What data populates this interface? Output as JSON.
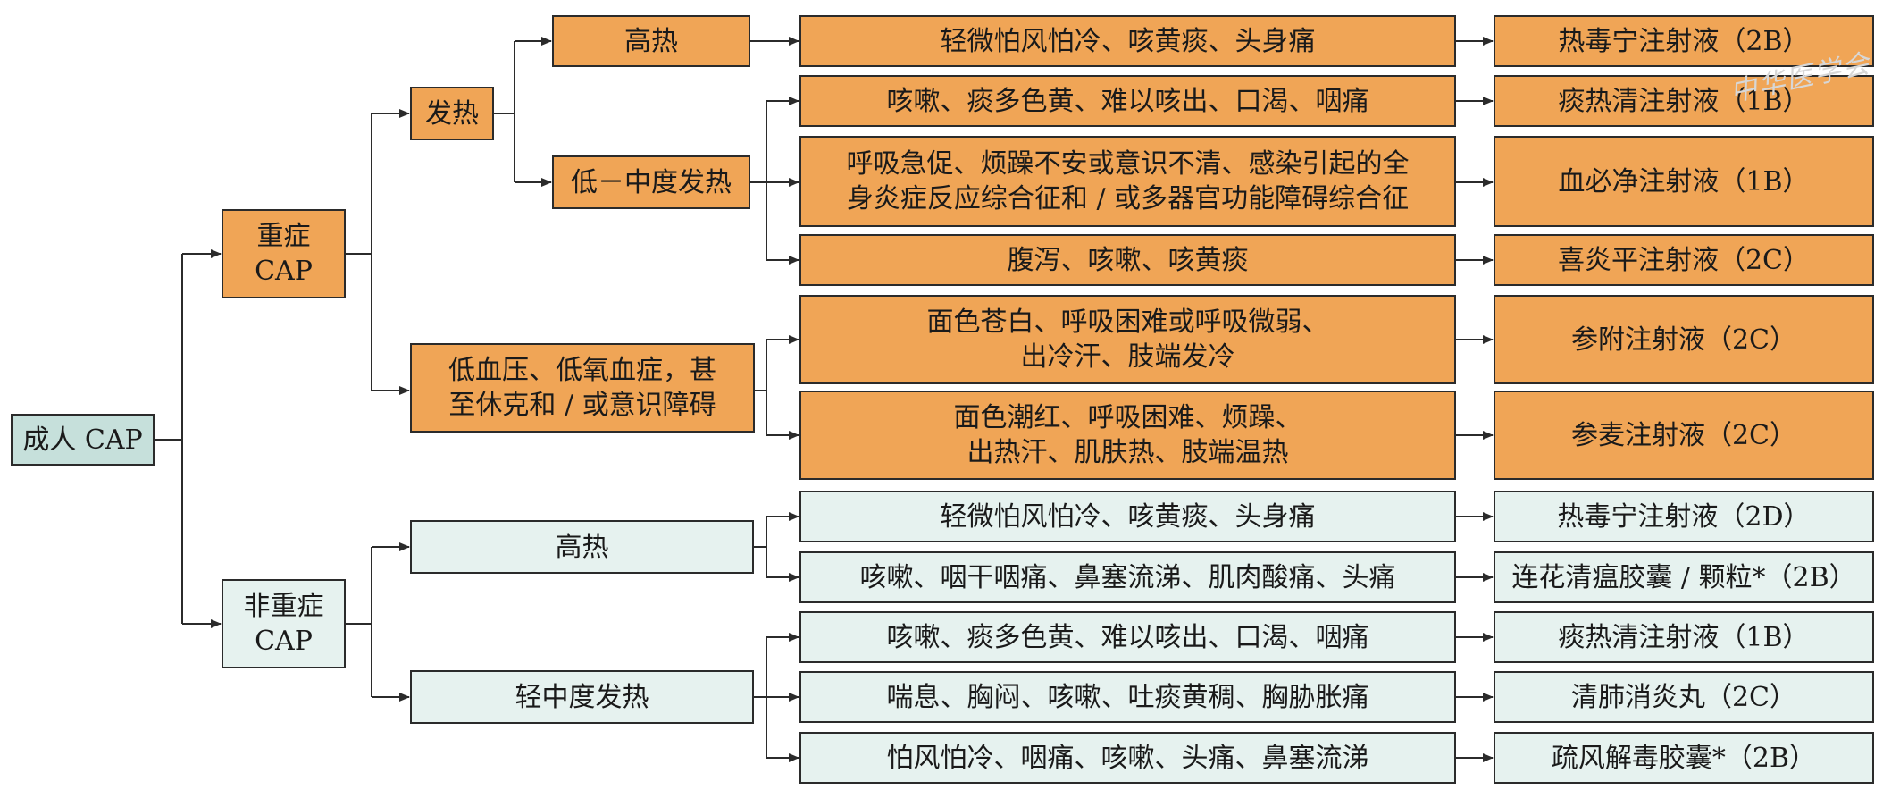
{
  "diagram": {
    "root": "成人 CAP",
    "severe": {
      "label": "重症\nCAP",
      "fever": "发热",
      "high_fever": "高热",
      "low_mid_fever": "低－中度发热",
      "shock": "低血压、低氧血症，甚\n至休克和 / 或意识障碍",
      "symptoms": [
        "轻微怕风怕冷、咳黄痰、头身痛",
        "咳嗽、痰多色黄、难以咳出、口渴、咽痛",
        "呼吸急促、烦躁不安或意识不清、感染引起的全\n身炎症反应综合征和 / 或多器官功能障碍综合征",
        "腹泻、咳嗽、咳黄痰",
        "面色苍白、呼吸困难或呼吸微弱、\n出冷汗、肢端发冷",
        "面色潮红、呼吸困难、烦躁、\n出热汗、肌肤热、肢端温热"
      ],
      "drugs": [
        "热毒宁注射液（2B）",
        "痰热清注射液（1B）",
        "血必净注射液（1B）",
        "喜炎平注射液（2C）",
        "参附注射液（2C）",
        "参麦注射液（2C）"
      ]
    },
    "nonsevere": {
      "label": "非重症\nCAP",
      "high_fever": "高热",
      "mild_fever": "轻中度发热",
      "symptoms": [
        "轻微怕风怕冷、咳黄痰、头身痛",
        "咳嗽、咽干咽痛、鼻塞流涕、肌肉酸痛、头痛",
        "咳嗽、痰多色黄、难以咳出、口渴、咽痛",
        "喘息、胸闷、咳嗽、吐痰黄稠、胸胁胀痛",
        "怕风怕冷、咽痛、咳嗽、头痛、鼻塞流涕"
      ],
      "drugs": [
        "热毒宁注射液（2D）",
        "连花清瘟胶囊 / 颗粒*（2B）",
        "痰热清注射液（1B）",
        "清肺消炎丸（2C）",
        "疏风解毒胶囊*（2B）"
      ]
    },
    "watermark": "中华医学会"
  },
  "colors": {
    "severe_fill": "#f0a556",
    "nonsevere_fill": "#e6f2ef",
    "root_fill": "#c6e0db",
    "line": "#2b2b2b"
  }
}
